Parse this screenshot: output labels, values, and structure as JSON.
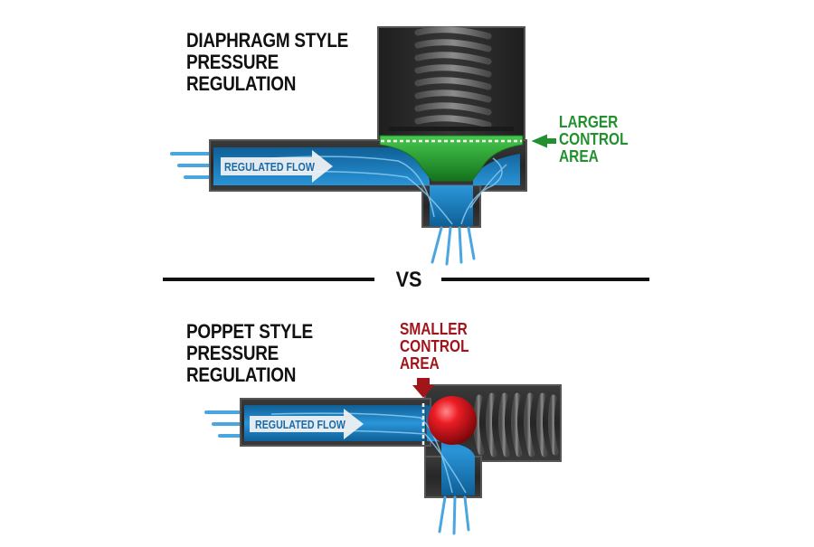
{
  "diaphragm": {
    "title_lines": [
      "DIAPHRAGM STYLE",
      "PRESSURE",
      "REGULATION"
    ],
    "flow_label": "REGULATED FLOW",
    "callout_lines": [
      "LARGER",
      "CONTROL",
      "AREA"
    ]
  },
  "separator": {
    "label": "VS"
  },
  "poppet": {
    "title_lines": [
      "POPPET STYLE",
      "PRESSURE",
      "REGULATION"
    ],
    "flow_label": "REGULATED FLOW",
    "callout_lines": [
      "SMALLER",
      "CONTROL",
      "AREA"
    ]
  },
  "colors": {
    "body": "#2b2b2b",
    "body_edge": "#555555",
    "flow": "#1f7fc0",
    "flow_light": "#7cc4ef",
    "diaphragm": "#2fae3a",
    "callout_green": "#23902e",
    "callout_red": "#a0141a",
    "poppet_ball": "#e0141e"
  }
}
